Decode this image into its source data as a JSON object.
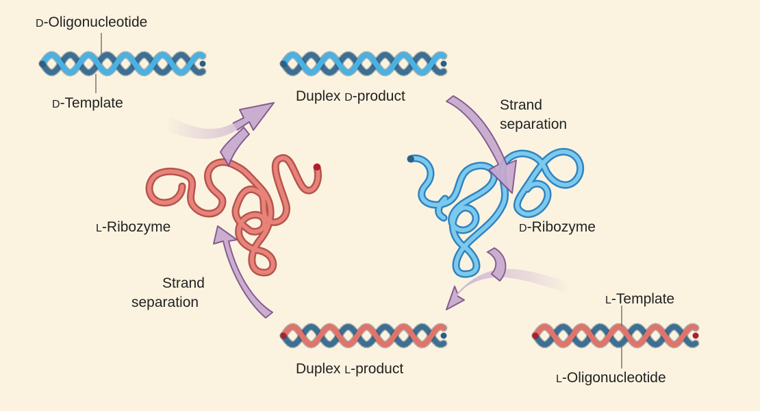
{
  "colors": {
    "background": "#fbf3e0",
    "d_strand_dark": "#3c6f93",
    "d_strand_light": "#4ab1e2",
    "l_strand_dark": "#3c6f93",
    "l_strand_red": "#e0736a",
    "arrow_fill": "#c6a9cf",
    "arrow_stroke": "#7d4f8a",
    "red_cap": "#b01d2c"
  },
  "labels": {
    "d_oligo": {
      "prefix": "D",
      "text": "-Oligonucleotide"
    },
    "d_template": {
      "prefix": "D",
      "text": "-Template"
    },
    "duplex_d_product": {
      "pre": "Duplex ",
      "prefix": "D",
      "text": "-product"
    },
    "strand_separation_right": [
      "Strand",
      "separation"
    ],
    "l_ribozyme": {
      "prefix": "L",
      "text": "-Ribozyme"
    },
    "d_ribozyme": {
      "prefix": "D",
      "text": "-Ribozyme"
    },
    "strand_separation_left": [
      "Strand",
      "separation"
    ],
    "l_template": {
      "prefix": "L",
      "text": "-Template"
    },
    "duplex_l_product": {
      "pre": "Duplex ",
      "prefix": "L",
      "text": "-product"
    },
    "l_oligo": {
      "prefix": "L",
      "text": "-Oligonucleotide"
    }
  }
}
